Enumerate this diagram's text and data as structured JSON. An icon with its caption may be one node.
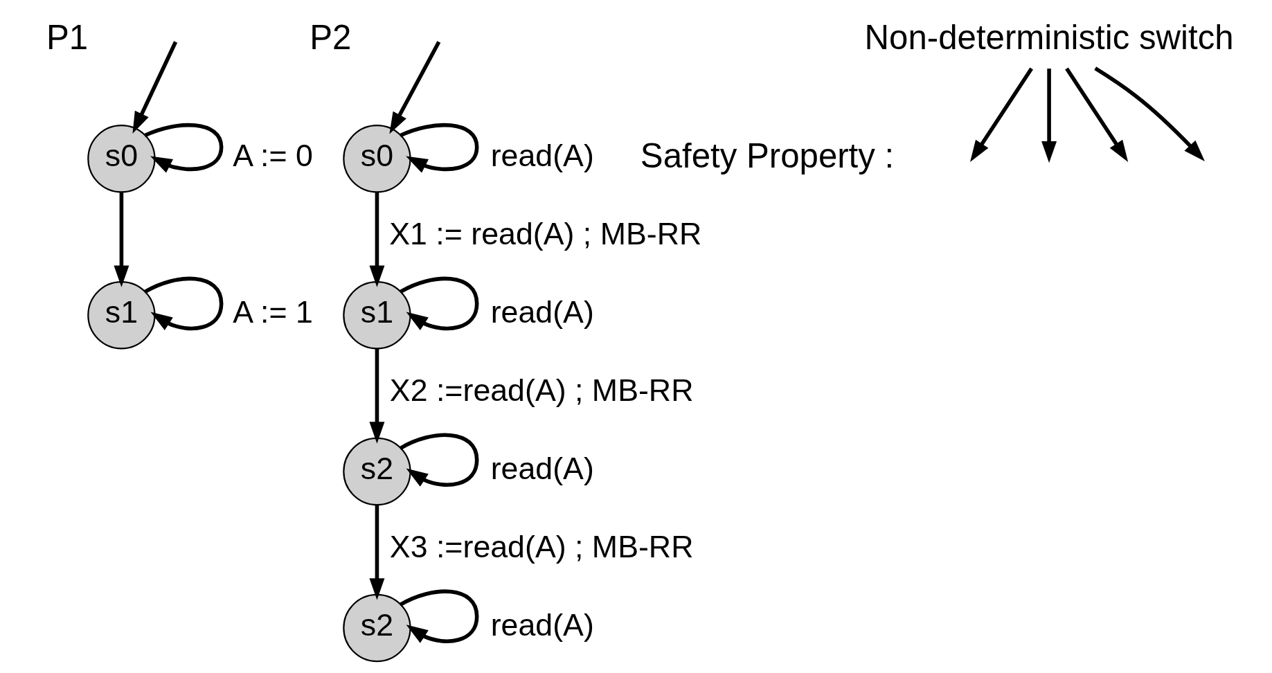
{
  "diagram": {
    "nodes": [
      {
        "text": [
          "s0"
        ]
      },
      {
        "text": [
          "s1"
        ]
      },
      {
        "text": [
          "s0"
        ]
      },
      {
        "text": [
          "s1"
        ]
      },
      {
        "text": [
          "s2"
        ]
      },
      {
        "text": [
          "s2"
        ]
      },
      {
        "text": [
          "Non-deterministic switch"
        ]
      }
    ],
    "edges": [
      {
        "from": null,
        "to": 0,
        "arrow": "to"
      },
      {
        "from": 0,
        "to": 0,
        "arrow": "to",
        "label": "A := 0"
      },
      {
        "from": 0,
        "to": 1,
        "arrow": "to"
      },
      {
        "from": 1,
        "to": 1,
        "arrow": "to",
        "label": "A := 1"
      },
      {
        "from": null,
        "to": 2,
        "arrow": "to"
      },
      {
        "from": 2,
        "to": 2,
        "arrow": "to",
        "label": "read(A)"
      },
      {
        "from": 2,
        "to": 3,
        "arrow": "to",
        "label": "X1 := read(A) ; MB-RR"
      },
      {
        "from": 3,
        "to": 3,
        "arrow": "to",
        "label": "read(A)"
      },
      {
        "from": 3,
        "to": 4,
        "arrow": "to",
        "label": "X2 :=read(A) ; MB-RR"
      },
      {
        "from": 4,
        "to": 4,
        "arrow": "to",
        "label": "read(A)"
      },
      {
        "from": 4,
        "to": 5,
        "arrow": "to",
        "label": "X3 :=read(A) ; MB-RR"
      },
      {
        "from": 5,
        "to": 5,
        "arrow": "to",
        "label": "read(A)"
      },
      {
        "from": 6,
        "to": null,
        "arrow": "to"
      },
      {
        "from": 6,
        "to": null,
        "arrow": "to"
      },
      {
        "from": 6,
        "to": null,
        "arrow": "to"
      },
      {
        "from": 6,
        "to": null,
        "arrow": "to"
      }
    ],
    "labels": [
      "P1",
      "P2",
      "Safety Property :"
    ]
  }
}
